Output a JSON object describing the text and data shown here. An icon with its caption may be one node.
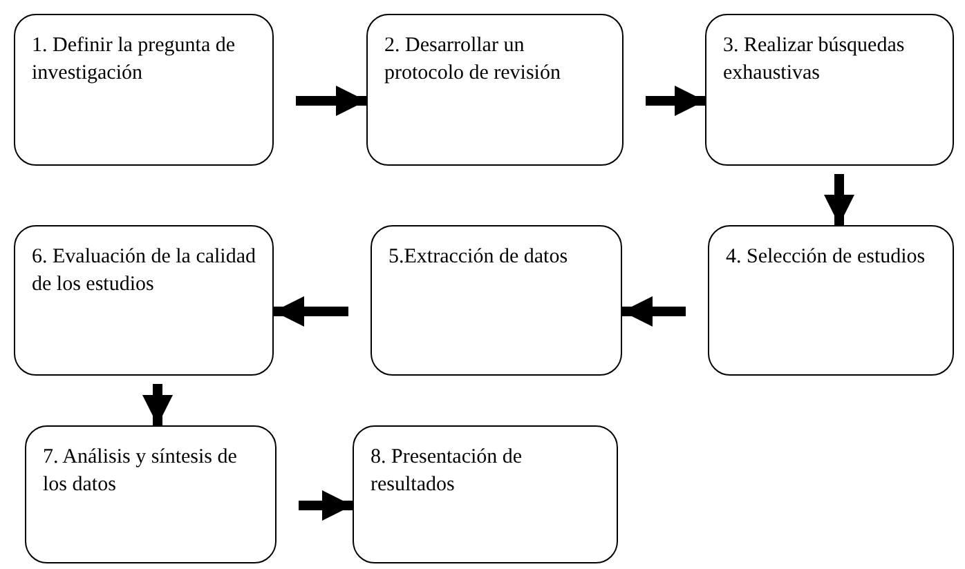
{
  "diagram": {
    "nodes": [
      {
        "text": [
          "1. Definir la pregunta de investigación"
        ]
      },
      {
        "text": [
          "2. Desarrollar un protocolo de revisión"
        ]
      },
      {
        "text": [
          "3. Realizar búsquedas exhaustivas"
        ]
      },
      {
        "text": [
          "4. Selección de estudios"
        ]
      },
      {
        "text": [
          "5.Extracción de datos"
        ]
      },
      {
        "text": [
          "6. Evaluación de la calidad de los estudios"
        ]
      },
      {
        "text": [
          "7. Análisis y síntesis de los datos"
        ]
      },
      {
        "text": [
          "8. Presentación de resultados"
        ]
      }
    ],
    "edges": [
      {
        "from": 0,
        "to": 1,
        "arrow": "to"
      },
      {
        "from": 1,
        "to": 2,
        "arrow": "to"
      },
      {
        "from": 2,
        "to": 3,
        "arrow": "to"
      },
      {
        "from": 3,
        "to": 4,
        "arrow": "to"
      },
      {
        "from": 4,
        "to": 5,
        "arrow": "to"
      },
      {
        "from": 5,
        "to": 6,
        "arrow": "to"
      },
      {
        "from": 6,
        "to": 7,
        "arrow": "to"
      }
    ]
  }
}
